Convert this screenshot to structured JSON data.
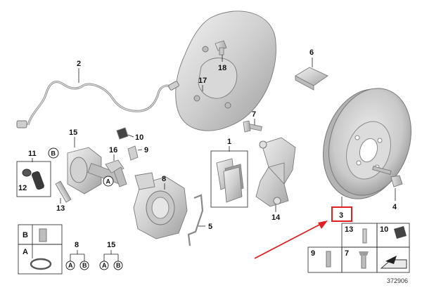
{
  "callouts": {
    "c1": "1",
    "c2": "2",
    "c3": "3",
    "c4": "4",
    "c5": "5",
    "c6": "6",
    "c7": "7",
    "c8": "8",
    "c9": "9",
    "c10": "10",
    "c11": "11",
    "c12": "12",
    "c13": "13",
    "c14": "14",
    "c15": "15",
    "c16": "16",
    "c17": "17",
    "c18": "18"
  },
  "circle_refs": {
    "b_top": "B",
    "a_mid": "A"
  },
  "legend_left": {
    "row_b": "B",
    "row_a": "A",
    "group8": {
      "num": "8",
      "a": "A",
      "b": "B"
    },
    "group15": {
      "num": "15",
      "a": "A",
      "b": "B"
    }
  },
  "legend_right": {
    "c13": "13",
    "c10": "10",
    "c9": "9",
    "c7": "7"
  },
  "highlight_color": "#e02020",
  "diagram_code": "372906"
}
